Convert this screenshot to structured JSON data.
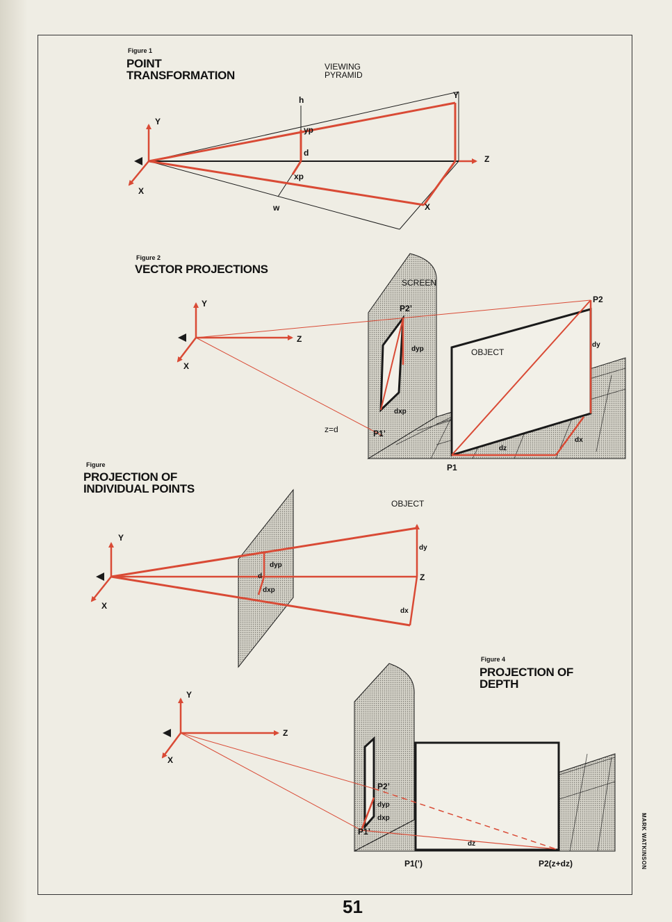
{
  "figure1": {
    "number": "Figure 1",
    "title_line1": "POINT",
    "title_line2": "TRANSFORMATION",
    "labels": {
      "pyramid1": "VIEWING",
      "pyramid2": "PYRAMID",
      "y_axis": "Y",
      "x_axis": "X",
      "z_axis": "Z",
      "h": "h",
      "yp": "yp",
      "d": "d",
      "xp": "xp",
      "w": "w",
      "Y_end": "Y",
      "X_end": "X"
    }
  },
  "figure2": {
    "number": "Figure 2",
    "title": "VECTOR PROJECTIONS",
    "labels": {
      "screen": "SCREEN",
      "y_axis": "Y",
      "x_axis": "X",
      "z_axis": "Z",
      "p2prime": "P2’",
      "p2": "P2",
      "dyp": "dyp",
      "dy": "dy",
      "object": "OBJECT",
      "dxp": "dxp",
      "zd": "z=d",
      "p1prime": "P1’",
      "dz": "dz",
      "dx": "dx",
      "p1": "P1"
    }
  },
  "figure3": {
    "number": "Figure",
    "title_line1": "PROJECTION OF",
    "title_line2": "INDIVIDUAL POINTS",
    "labels": {
      "object": "OBJECT",
      "y_axis": "Y",
      "x_axis": "X",
      "dy": "dy",
      "dyp": "dyp",
      "d": "d",
      "z": "Z",
      "dxp": "dxp",
      "dx": "dx"
    }
  },
  "figure4": {
    "number": "Figure 4",
    "title_line1": "PROJECTION OF",
    "title_line2": "DEPTH",
    "labels": {
      "y_axis": "Y",
      "x_axis": "X",
      "z_axis": "Z",
      "p2prime": "P2’",
      "dyp": "dyp",
      "dxp": "dxp",
      "p1prime": "P1’",
      "dz": "dz",
      "p1": "P1(’)",
      "p2": "P2(z+dz)"
    }
  },
  "page_number": "51",
  "credit": "MARK WATKINSON",
  "colors": {
    "red": "#d94a35",
    "ink": "#1a1a1a",
    "paper": "#efede4"
  }
}
